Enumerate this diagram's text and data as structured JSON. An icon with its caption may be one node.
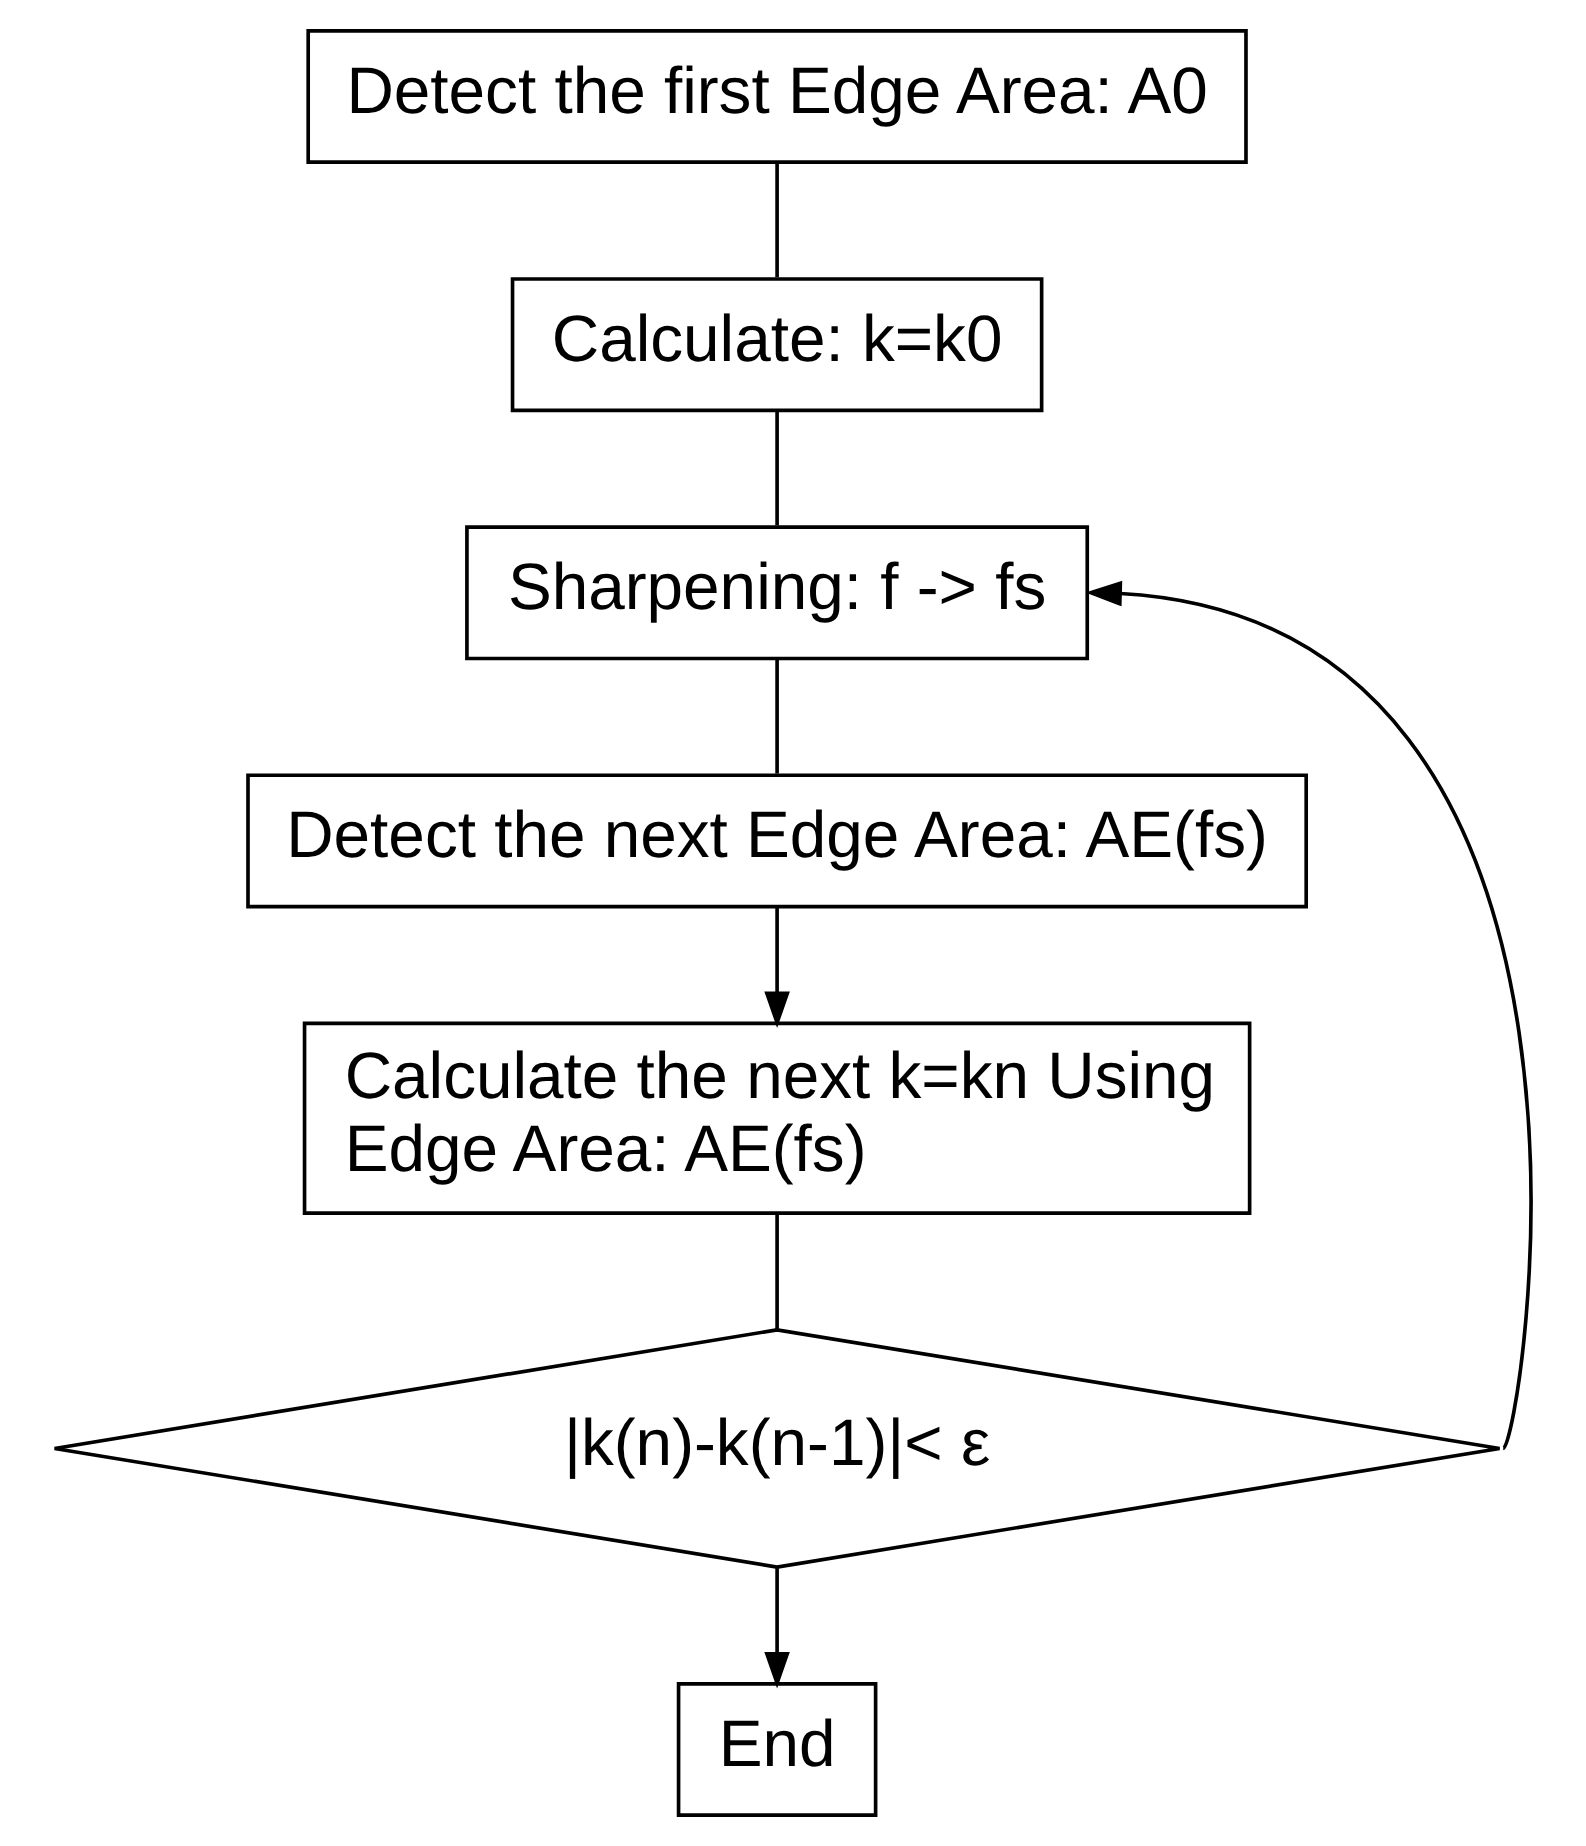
{
  "diagram": {
    "nodes": [
      {
        "text": [
          "Detect the first Edge Area: A0"
        ]
      },
      {
        "text": [
          "Calculate: k=k0"
        ]
      },
      {
        "text": [
          "Sharpening: f -> fs"
        ]
      },
      {
        "text": [
          "Detect the next Edge Area: AE(fs)"
        ]
      },
      {
        "text": [
          "Calculate the next k=kn Using Edge Area: AE(fs)"
        ]
      },
      {
        "text": [
          "|k(n)-k(n-1)|< ε"
        ]
      },
      {
        "text": [
          "End"
        ]
      }
    ],
    "edges": [
      {
        "from": 0,
        "to": 1,
        "arrow": "none"
      },
      {
        "from": 1,
        "to": 2,
        "arrow": "none"
      },
      {
        "from": 2,
        "to": 3,
        "arrow": "none"
      },
      {
        "from": 3,
        "to": 4,
        "arrow": "to"
      },
      {
        "from": 4,
        "to": 5,
        "arrow": "none"
      },
      {
        "from": 5,
        "to": 6,
        "arrow": "to"
      },
      {
        "from": 5,
        "to": 2,
        "arrow": "to"
      }
    ]
  }
}
